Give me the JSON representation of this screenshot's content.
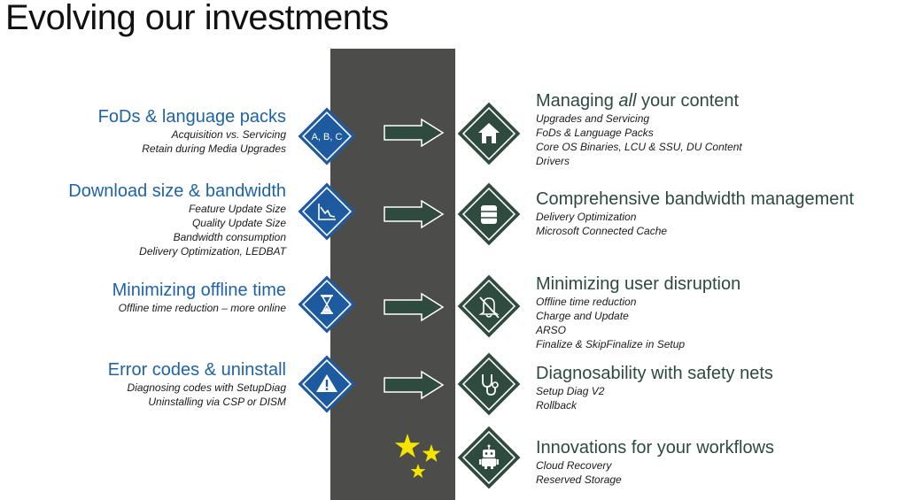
{
  "title": "Evolving our investments",
  "left": [
    {
      "heading": "FoDs & language packs",
      "lines": [
        "Acquisition vs. Servicing",
        "Retain during Media Upgrades"
      ],
      "icon": "abc-text-icon",
      "icon_text": "A, B, C"
    },
    {
      "heading": "Download size & bandwidth",
      "lines": [
        "Feature Update Size",
        "Quality Update Size",
        "Bandwidth consumption",
        "Delivery Optimization, LEDBAT"
      ],
      "icon": "declining-chart-icon"
    },
    {
      "heading": "Minimizing offline time",
      "lines": [
        "Offline time reduction – more online"
      ],
      "icon": "hourglass-icon"
    },
    {
      "heading": "Error codes & uninstall",
      "lines": [
        "Diagnosing codes with SetupDiag",
        "Uninstalling via CSP or DISM"
      ],
      "icon": "warning-icon"
    }
  ],
  "right": [
    {
      "heading_pre": "Managing ",
      "heading_em": "all",
      "heading_post": " your content",
      "lines": [
        "Upgrades and Servicing",
        "FoDs & Language Packs",
        "Core OS Binaries, LCU & SSU, DU Content",
        "Drivers"
      ],
      "icon": "home-icon"
    },
    {
      "heading": "Comprehensive bandwidth management",
      "lines": [
        "Delivery Optimization",
        "Microsoft Connected Cache"
      ],
      "icon": "database-icon"
    },
    {
      "heading": "Minimizing user disruption",
      "lines": [
        "Offline time reduction",
        "Charge and Update",
        "ARSO",
        "Finalize & SkipFinalize in Setup"
      ],
      "icon": "muted-bell-icon"
    },
    {
      "heading": "Diagnosability with safety nets",
      "lines": [
        "Setup Diag V2",
        "Rollback"
      ],
      "icon": "stethoscope-icon"
    },
    {
      "heading": "Innovations for your workflows",
      "lines": [
        "Cloud Recovery",
        "Reserved Storage"
      ],
      "icon": "robot-icon"
    }
  ],
  "colors": {
    "blue": "#1e5aa0",
    "green": "#2f4a3e",
    "band": "#4c4d4b",
    "star": "#f5e400"
  }
}
